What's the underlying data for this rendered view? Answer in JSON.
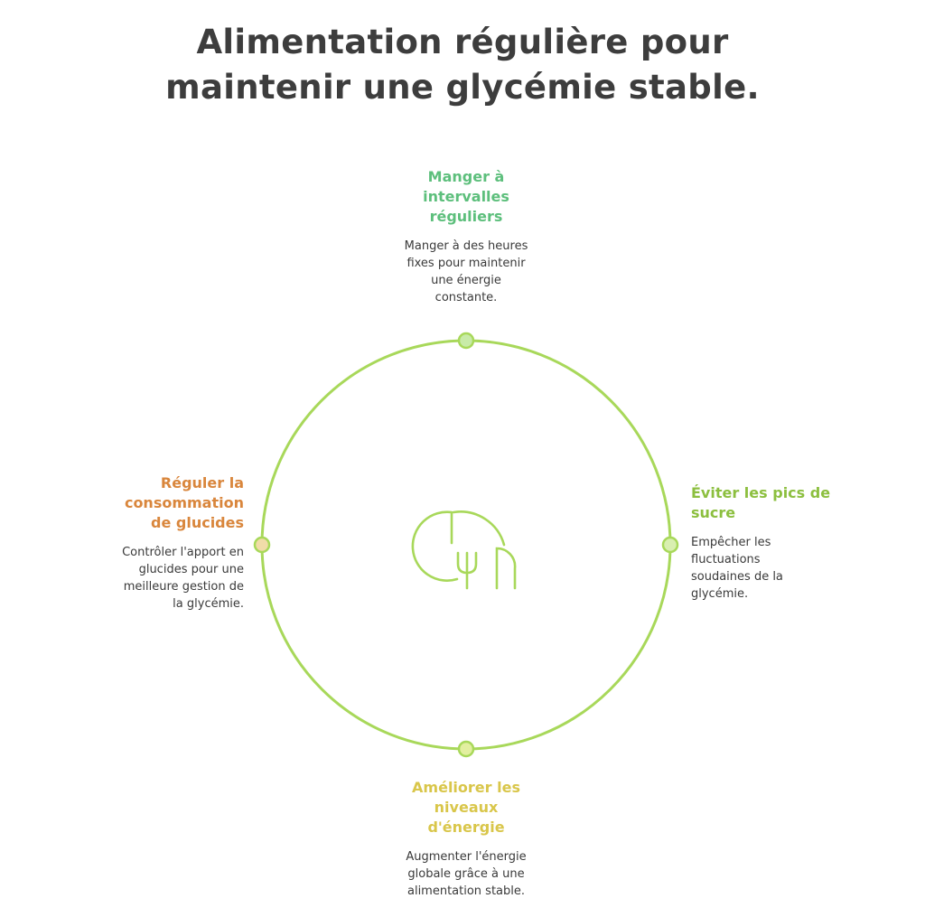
{
  "title": {
    "lines": [
      "Alimentation régulière pour",
      "maintenir une glycémie stable."
    ]
  },
  "colors": {
    "circle": "#a8d85a",
    "node_top": "#c8eba8",
    "node_left": "#f1dca8",
    "node_right": "#d9efb0",
    "node_bottom": "#e2efa0",
    "top_heading": "#5dbf7c",
    "right_heading": "#8cbf3f",
    "bottom_heading": "#d9c64a",
    "left_heading": "#d9863c",
    "icon": "#a8d85a"
  },
  "center_icon": "stomach-meal-icon",
  "items": {
    "top": {
      "heading": [
        "Manger à",
        "intervalles",
        "réguliers"
      ],
      "desc": [
        "Manger à des heures",
        "fixes pour maintenir",
        "une énergie",
        "constante."
      ]
    },
    "right": {
      "heading": [
        "Éviter les pics de",
        "sucre"
      ],
      "desc": [
        "Empêcher les",
        "fluctuations",
        "soudaines de la",
        "glycémie."
      ]
    },
    "bottom": {
      "heading": [
        "Améliorer les",
        "niveaux",
        "d'énergie"
      ],
      "desc": [
        "Augmenter l'énergie",
        "globale grâce à une",
        "alimentation stable."
      ]
    },
    "left": {
      "heading": [
        "Réguler la",
        "consommation",
        "de glucides"
      ],
      "desc": [
        "Contrôler l'apport en",
        "glucides pour une",
        "meilleure gestion de",
        "la glycémie."
      ]
    }
  }
}
